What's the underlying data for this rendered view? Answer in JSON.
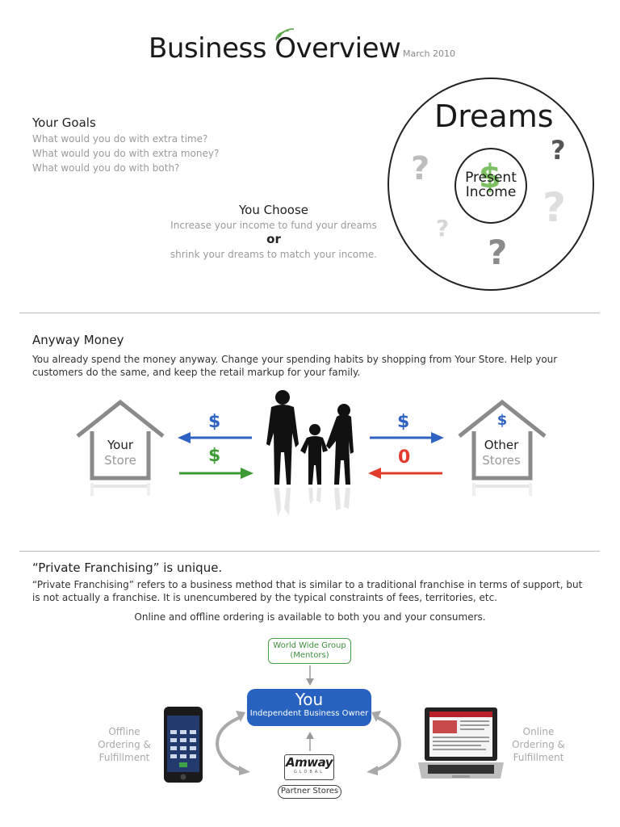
{
  "header": {
    "title": "Business Overview",
    "date": "March 2010"
  },
  "goals": {
    "heading": "Your Goals",
    "questions": [
      "What would you do with extra time?",
      "What would you do with extra money?",
      "What would you do with both?"
    ]
  },
  "choose": {
    "heading": "You Choose",
    "line1": "Increase your income to fund your dreams",
    "or": "or",
    "line2": "shrink your dreams to match your income."
  },
  "dreams": {
    "title": "Dreams",
    "present": "Present",
    "income": "Income",
    "dollar": "$",
    "question": "?"
  },
  "anyway": {
    "heading": "Anyway Money",
    "text": "You already spend the money anyway. Change your spending habits by shopping from Your Store. Help your customers do the same, and keep the retail markup for your family.",
    "your_store": [
      "Your",
      "Store"
    ],
    "other_stores": [
      "Other",
      "Stores"
    ],
    "dollar": "$",
    "zero": "0",
    "colors": {
      "blue": "#2f63c3",
      "green": "#3e9a34",
      "red": "#e23b2e"
    }
  },
  "franchise": {
    "heading": "“Private Franchising” is unique.",
    "text": "“Private Franchising” refers to a business method that is similar to a traditional franchise in terms of support, but is not actually a franchise. It is unencumbered by the typical constraints of fees, territories, etc.",
    "ordering": "Online and offline ordering is available to both you and your consumers.",
    "wwg": [
      "World Wide Group",
      "(Mentors)"
    ],
    "you": "You",
    "ibo": "Independent Business Owner",
    "amway": "Amway",
    "amway_sub": "GLOBAL",
    "partner": "Partner Stores",
    "offline": [
      "Offline",
      "Ordering &",
      "Fulfillment"
    ],
    "online": [
      "Online",
      "Ordering &",
      "Fulfillment"
    ]
  }
}
